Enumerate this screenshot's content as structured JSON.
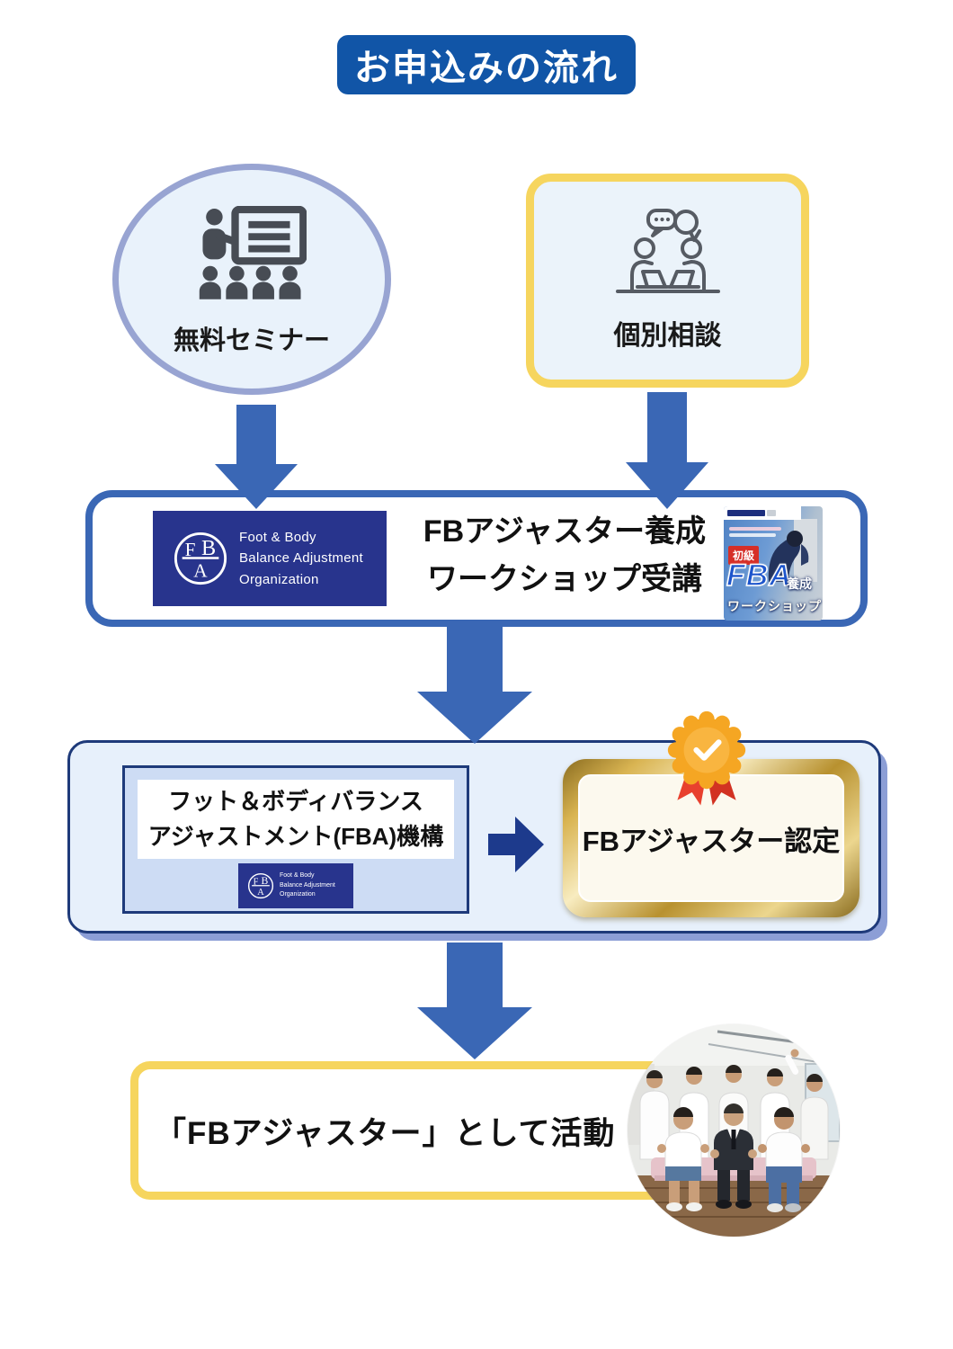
{
  "title": "お申込みの流れ",
  "entry": {
    "seminar_label": "無料セミナー",
    "consultation_label": "個別相談"
  },
  "fba_logo": {
    "mark_f": "F",
    "mark_b": "B",
    "mark_a": "A",
    "line1": "Foot & Body",
    "line2": "Balance Adjustment",
    "line3": "Organization"
  },
  "workshop": {
    "line1": "FBアジャスター養成",
    "line2": "ワークショップ受講",
    "flyer": {
      "level_badge": "初級",
      "acronym": "FBA",
      "suffix": "養成",
      "bottom": "ワークショップ"
    }
  },
  "cert": {
    "org_line1": "フット＆ボディバランス",
    "org_line2": "アジャストメント(FBA)機構",
    "result_label": "FBアジャスター認定"
  },
  "final": {
    "label": "「FBアジャスター」として活動"
  },
  "colors": {
    "title_bg": "#1155a7",
    "arrow_blue": "#3a67b5",
    "navy_border": "#1e3a7a",
    "navy_arrow": "#1d3a8c",
    "logo_navy": "#28348d",
    "yellow_border": "#f6d55e",
    "light_blue_fill": "#e9f2fb",
    "inner_blue_fill": "#cddcf4",
    "shadow_periwinkle": "#8c9ed6",
    "gold_frame": "#c9a43c",
    "badge_orange": "#f5a623",
    "ribbon_red": "#e23b2e",
    "flyer_badge_red": "#d62f28",
    "flyer_acronym_blue": "#1d55cc"
  }
}
